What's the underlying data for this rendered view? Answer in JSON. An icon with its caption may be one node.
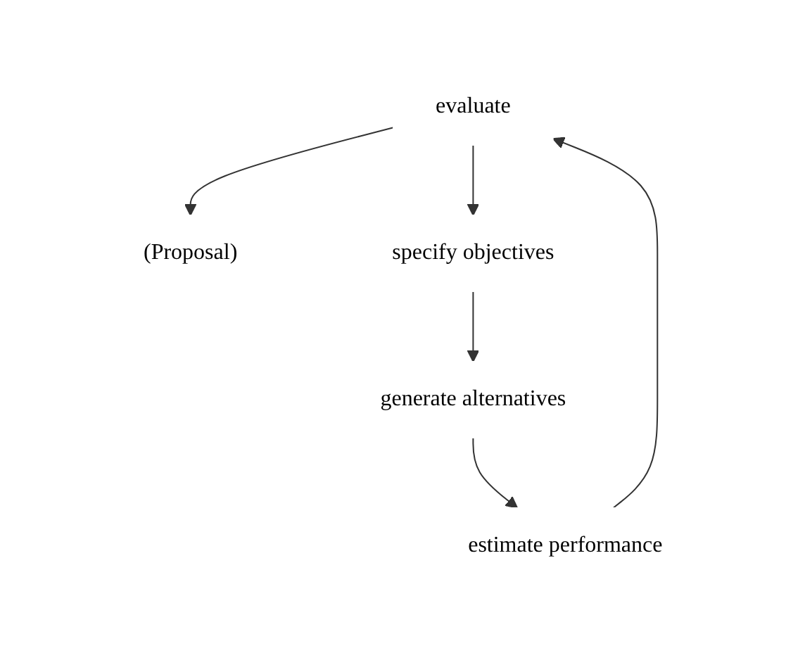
{
  "diagram": {
    "nodes": [
      {
        "text": [
          "evaluate"
        ]
      },
      {
        "text": [
          "(Proposal)"
        ]
      },
      {
        "text": [
          "specify objectives"
        ]
      },
      {
        "text": [
          "generate alternatives"
        ]
      },
      {
        "text": [
          "estimate performance"
        ]
      }
    ],
    "edges": [
      {
        "from": 0,
        "to": 1,
        "arrow": "to"
      },
      {
        "from": 0,
        "to": 2,
        "arrow": "to"
      },
      {
        "from": 2,
        "to": 3,
        "arrow": "to"
      },
      {
        "from": 3,
        "to": 4,
        "arrow": "to"
      },
      {
        "from": 4,
        "to": 0,
        "arrow": "to"
      }
    ]
  }
}
